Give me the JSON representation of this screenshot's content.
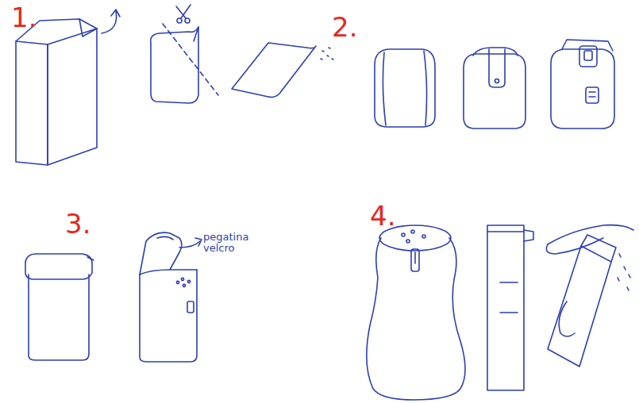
{
  "diagram": {
    "labels": [
      "1.",
      "2.",
      "3.",
      "4.",
      "pegatina velcro"
    ]
  }
}
